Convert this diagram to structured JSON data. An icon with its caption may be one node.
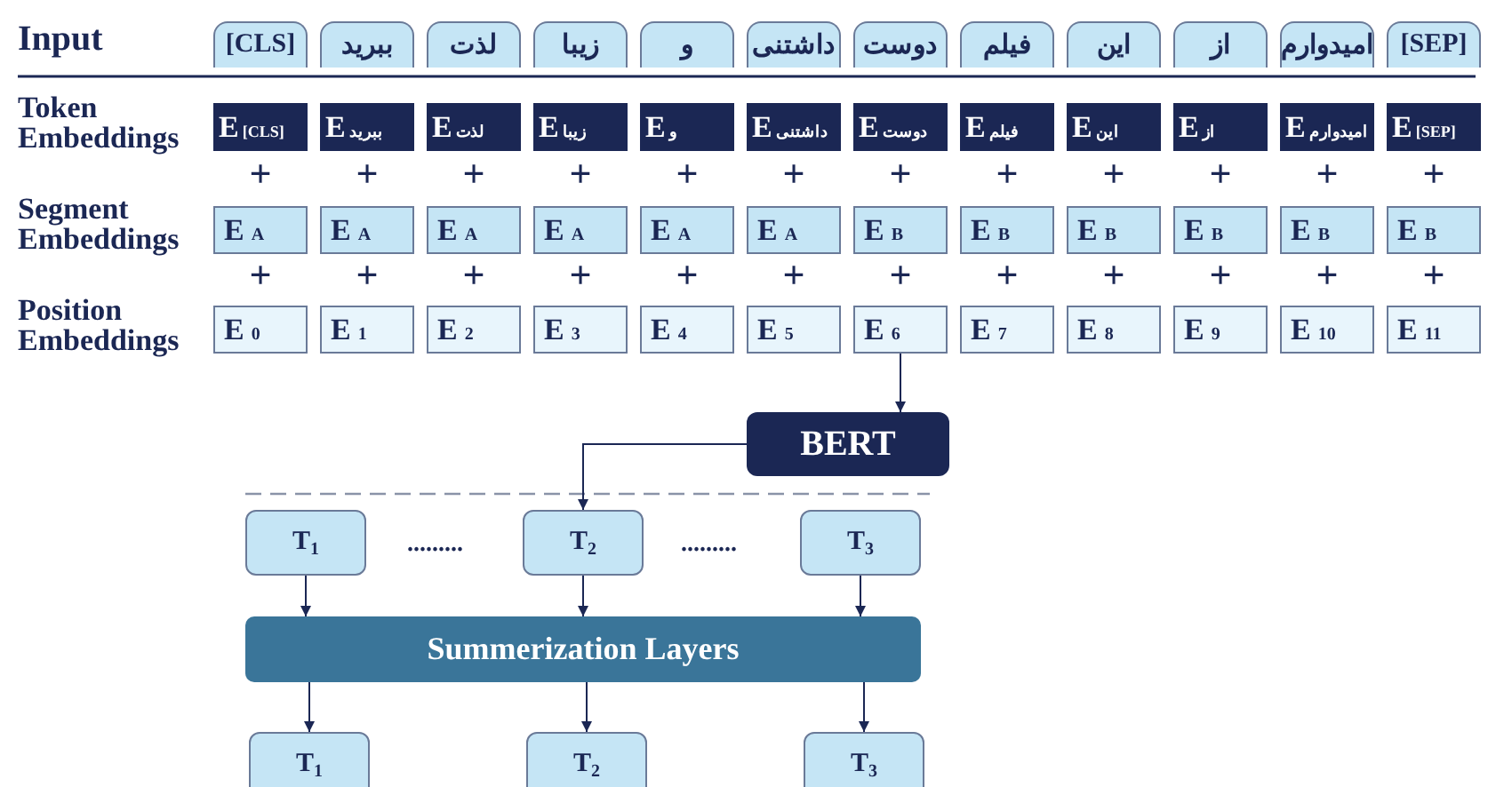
{
  "diagram": {
    "nodes": [
      {
        "text": [
          "[CLS]"
        ]
      },
      {
        "text": [
          "ببرید"
        ]
      },
      {
        "text": [
          "لذت"
        ]
      },
      {
        "text": [
          "زیبا"
        ]
      },
      {
        "text": [
          "و"
        ]
      },
      {
        "text": [
          "داشتنی"
        ]
      },
      {
        "text": [
          "دوست"
        ]
      },
      {
        "text": [
          "فیلم"
        ]
      },
      {
        "text": [
          "این"
        ]
      },
      {
        "text": [
          "از"
        ]
      },
      {
        "text": [
          "امیدوارم"
        ]
      },
      {
        "text": [
          "[SEP]"
        ]
      },
      {
        "text": [
          "E$_{[CLS]}$"
        ]
      },
      {
        "text": [
          "E$_{ببرید}$"
        ]
      },
      {
        "text": [
          "E$_{لذت}$"
        ]
      },
      {
        "text": [
          "E$_{زیبا}$"
        ]
      },
      {
        "text": [
          "E$_{و}$"
        ]
      },
      {
        "text": [
          "E$_{داشتنی}$"
        ]
      },
      {
        "text": [
          "E$_{دوست}$"
        ]
      },
      {
        "text": [
          "E$_{فیلم}$"
        ]
      },
      {
        "text": [
          "E$_{این}$"
        ]
      },
      {
        "text": [
          "E$_{از}$"
        ]
      },
      {
        "text": [
          "E$_{امیدوارم}$"
        ]
      },
      {
        "text": [
          "E$_{[SEP]}$"
        ]
      },
      {
        "text": [
          "E$_{A}$"
        ]
      },
      {
        "text": [
          "E$_{A}$"
        ]
      },
      {
        "text": [
          "E$_{A}$"
        ]
      },
      {
        "text": [
          "E$_{A}$"
        ]
      },
      {
        "text": [
          "E$_{A}$"
        ]
      },
      {
        "text": [
          "E$_{A}$"
        ]
      },
      {
        "text": [
          "E$_{B}$"
        ]
      },
      {
        "text": [
          "E$_{B}$"
        ]
      },
      {
        "text": [
          "E$_{B}$"
        ]
      },
      {
        "text": [
          "E$_{B}$"
        ]
      },
      {
        "text": [
          "E$_{B}$"
        ]
      },
      {
        "text": [
          "E$_{B}$"
        ]
      },
      {
        "text": [
          "E$_{0}$"
        ]
      },
      {
        "text": [
          "E$_{1}$"
        ]
      },
      {
        "text": [
          "E$_{2}$"
        ]
      },
      {
        "text": [
          "E$_{3}$"
        ]
      },
      {
        "text": [
          "E$_{4}$"
        ]
      },
      {
        "text": [
          "E$_{5}$"
        ]
      },
      {
        "text": [
          "E$_{6}$"
        ]
      },
      {
        "text": [
          "E$_{7}$"
        ]
      },
      {
        "text": [
          "E$_{8}$"
        ]
      },
      {
        "text": [
          "E$_{9}$"
        ]
      },
      {
        "text": [
          "E$_{10}$"
        ]
      },
      {
        "text": [
          "E$_{11}$"
        ]
      },
      {
        "text": [
          "BERT"
        ]
      },
      {
        "text": [
          "T$_{1}$"
        ]
      },
      {
        "text": [
          "T$_{2}$"
        ]
      },
      {
        "text": [
          "T$_{3}$"
        ]
      },
      {
        "text": [
          "Summerization Layers"
        ]
      },
      {
        "text": [
          "T$_{1}$"
        ]
      },
      {
        "text": [
          "T$_{2}$"
        ]
      },
      {
        "text": [
          "T$_{3}$"
        ]
      }
    ],
    "edges": [
      {
        "from": 42,
        "to": 48,
        "arrow": "to"
      },
      {
        "from": 48,
        "to": 50,
        "arrow": "to"
      },
      {
        "from": 49,
        "to": 52,
        "arrow": "to"
      },
      {
        "from": 50,
        "to": 52,
        "arrow": "to"
      },
      {
        "from": 51,
        "to": 52,
        "arrow": "to"
      },
      {
        "from": 52,
        "to": 53,
        "arrow": "to"
      },
      {
        "from": 52,
        "to": 54,
        "arrow": "to"
      },
      {
        "from": 52,
        "to": 55,
        "arrow": "to"
      }
    ],
    "labels": [
      "Input",
      "Token Embeddings",
      "+",
      "+",
      "+",
      "+",
      "+",
      "+",
      "+",
      "+",
      "+",
      "+",
      "+",
      "+",
      "Segment Embeddings",
      "+",
      "+",
      "+",
      "+",
      "+",
      "+",
      "+",
      "+",
      "+",
      "+",
      "+",
      "+",
      "Position Embeddings",
      ".........",
      "........."
    ]
  }
}
